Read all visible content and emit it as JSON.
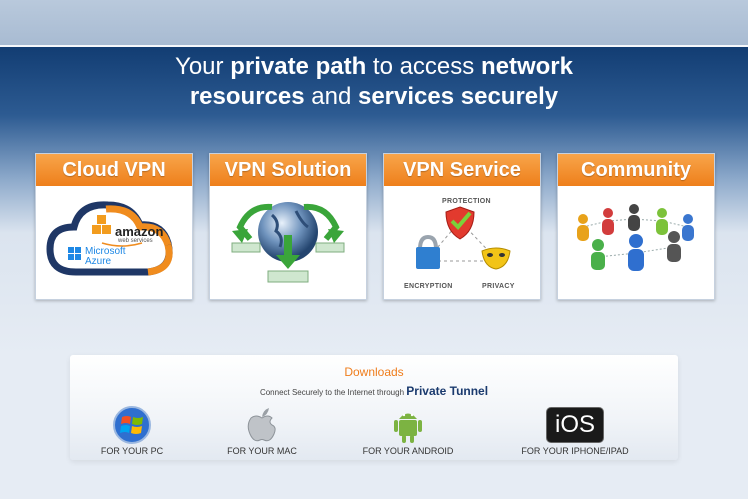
{
  "headline": {
    "part1": "Your ",
    "bold1": "private path",
    "part2": " to access ",
    "bold2": "network",
    "bold3": "resources",
    "part3": " and ",
    "bold4": "services securely"
  },
  "cards": [
    {
      "title": "Cloud VPN",
      "amazon": "amazon",
      "aws_sub": "web services",
      "ms1": "Microsoft",
      "ms2": "Azure"
    },
    {
      "title": "VPN Solution"
    },
    {
      "title": "VPN Service",
      "protection": "PROTECTION",
      "encryption": "ENCRYPTION",
      "privacy": "PRIVACY"
    },
    {
      "title": "Community"
    }
  ],
  "downloads": {
    "title": "Downloads",
    "subtitle": "Connect Securely to the Internet through",
    "brand": "Private Tunnel",
    "platforms": [
      {
        "label": "FOR YOUR PC",
        "icon": "windows-icon"
      },
      {
        "label": "FOR YOUR MAC",
        "icon": "apple-icon"
      },
      {
        "label": "FOR YOUR ANDROID",
        "icon": "android-icon"
      },
      {
        "label": "FOR YOUR IPHONE/IPAD",
        "icon": "ios-icon",
        "ios_text": "iOS"
      }
    ]
  },
  "colors": {
    "accent": "#ef7d1c",
    "navy": "#123d73"
  }
}
